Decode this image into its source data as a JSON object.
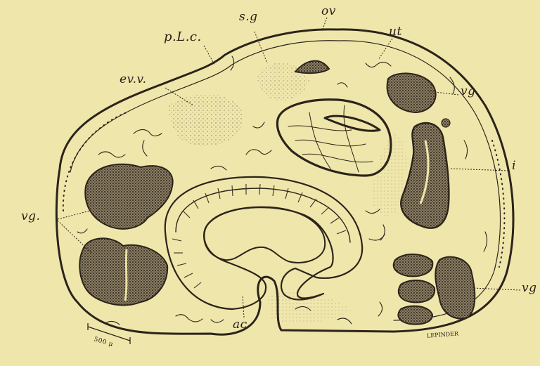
{
  "figure": {
    "labels": {
      "ov": "ov",
      "sg": "s.g",
      "ut": "ut",
      "plc": "p.L.c.",
      "evv": "ev.v.",
      "vg_upper_right": "vg.",
      "i": "i",
      "vg_left": "vg.",
      "vg_lower_right": "vg",
      "ac": "ac",
      "scale": "500 μ",
      "signature": "LEPINDER"
    },
    "colors": {
      "paper": "#efe6ab",
      "ink": "#2b241a",
      "tissue": "#e9dd9e",
      "dense": "#5d5345"
    }
  }
}
